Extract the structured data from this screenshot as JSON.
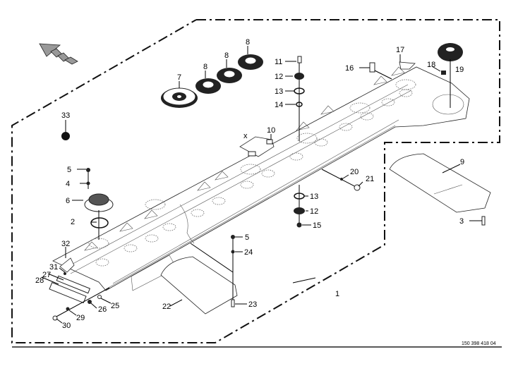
{
  "diagram": {
    "title": "Cutter bar exploded parts diagram",
    "document_number": "150 398 418 04",
    "direction_arrow": "travel-direction-arrow",
    "callouts": [
      {
        "id": "c1",
        "number": "1",
        "part": "cutter-bar-assembly"
      },
      {
        "id": "c2",
        "number": "2",
        "part": "o-ring-large"
      },
      {
        "id": "c3",
        "number": "3",
        "part": "screw"
      },
      {
        "id": "c4",
        "number": "4",
        "part": "washer"
      },
      {
        "id": "c5a",
        "number": "5",
        "part": "nut"
      },
      {
        "id": "c5b",
        "number": "5",
        "part": "nut"
      },
      {
        "id": "c6",
        "number": "6",
        "part": "disc-hub-bearing"
      },
      {
        "id": "c7",
        "number": "7",
        "part": "main-gear"
      },
      {
        "id": "c8a",
        "number": "8",
        "part": "idler-gear"
      },
      {
        "id": "c8b",
        "number": "8",
        "part": "idler-gear"
      },
      {
        "id": "c8c",
        "number": "8",
        "part": "idler-gear"
      },
      {
        "id": "c9",
        "number": "9",
        "part": "skid-plate-right"
      },
      {
        "id": "c10",
        "number": "10",
        "part": "bracket"
      },
      {
        "id": "c11",
        "number": "11",
        "part": "bolt"
      },
      {
        "id": "c12a",
        "number": "12",
        "part": "bearing"
      },
      {
        "id": "c12b",
        "number": "12",
        "part": "bearing"
      },
      {
        "id": "c13a",
        "number": "13",
        "part": "o-ring"
      },
      {
        "id": "c13b",
        "number": "13",
        "part": "o-ring"
      },
      {
        "id": "c14",
        "number": "14",
        "part": "small-o-ring"
      },
      {
        "id": "c15",
        "number": "15",
        "part": "nut"
      },
      {
        "id": "c16",
        "number": "16",
        "part": "spring"
      },
      {
        "id": "c17",
        "number": "17",
        "part": "guide"
      },
      {
        "id": "c18",
        "number": "18",
        "part": "plug"
      },
      {
        "id": "c19",
        "number": "19",
        "part": "drive-gear"
      },
      {
        "id": "c20",
        "number": "20",
        "part": "washer"
      },
      {
        "id": "c21",
        "number": "21",
        "part": "bolt"
      },
      {
        "id": "c22",
        "number": "22",
        "part": "skid-plate"
      },
      {
        "id": "c23",
        "number": "23",
        "part": "screw"
      },
      {
        "id": "c24",
        "number": "24",
        "part": "washer"
      },
      {
        "id": "c25",
        "number": "25",
        "part": "nut"
      },
      {
        "id": "c26",
        "number": "26",
        "part": "spring"
      },
      {
        "id": "c27",
        "number": "27",
        "part": "seal-strip"
      },
      {
        "id": "c28",
        "number": "28",
        "part": "end-cover"
      },
      {
        "id": "c29",
        "number": "29",
        "part": "washer"
      },
      {
        "id": "c30",
        "number": "30",
        "part": "screw"
      },
      {
        "id": "c31",
        "number": "31",
        "part": "pin"
      },
      {
        "id": "c32",
        "number": "32",
        "part": "end-guide"
      },
      {
        "id": "c33",
        "number": "33",
        "part": "grease"
      }
    ],
    "annotation_x": "x"
  }
}
